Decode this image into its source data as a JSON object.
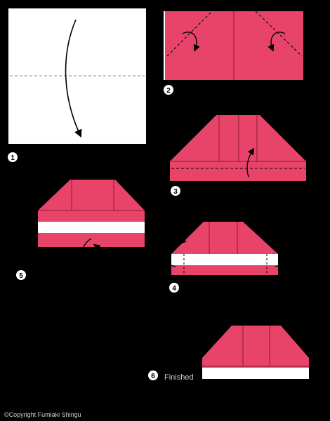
{
  "steps": [
    {
      "number": "1"
    },
    {
      "number": "2"
    },
    {
      "number": "3"
    },
    {
      "number": "4"
    },
    {
      "number": "5"
    },
    {
      "number": "6",
      "label": "Finished"
    }
  ],
  "copyright": "©Copyright Fumiaki Shingu",
  "colors": {
    "background": "#000000",
    "paper_front": "#e8446a",
    "paper_back": "#ffffff",
    "crease": "#8a1a36",
    "badge": "#ffffff"
  }
}
